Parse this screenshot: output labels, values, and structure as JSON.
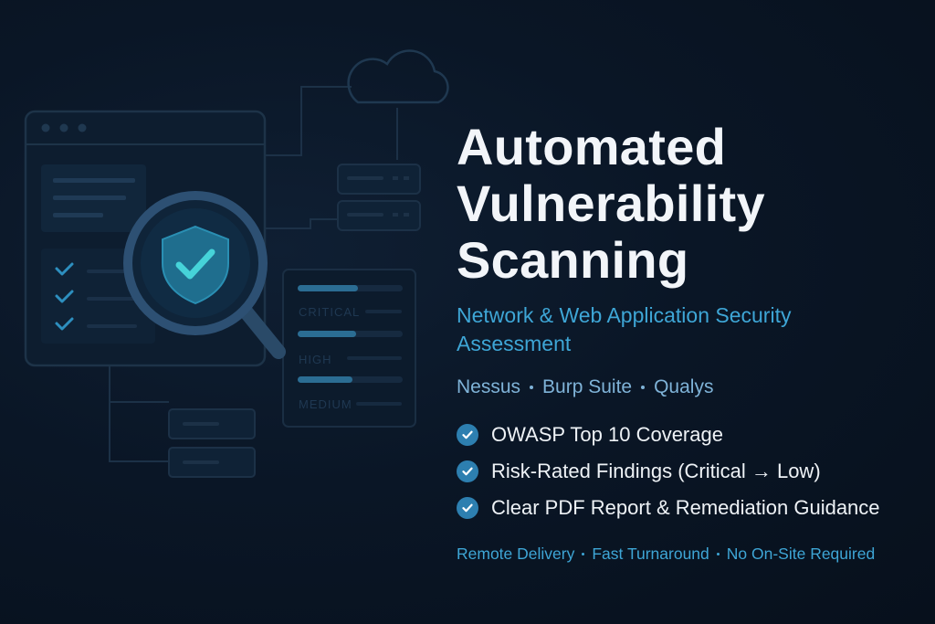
{
  "title_lines": [
    "Automated",
    "Vulnerability",
    "Scanning"
  ],
  "subtitle_lines": [
    "Network & Web Application Security",
    "Assessment"
  ],
  "tools": [
    "Nessus",
    "Burp Suite",
    "Qualys"
  ],
  "features": [
    "OWASP Top 10 Coverage",
    "Risk-Rated Findings (Critical → Low)",
    "Clear PDF Report & Remediation Guidance"
  ],
  "footer": [
    "Remote Delivery",
    "Fast Turnaround",
    "No On-Site Required"
  ],
  "illustration": {
    "severity_labels": [
      "CRITICAL",
      "HIGH",
      "MEDIUM"
    ],
    "icons": [
      "browser-window-icon",
      "magnifier-icon",
      "shield-check-icon",
      "cloud-icon",
      "server-icon"
    ]
  },
  "colors": {
    "background": "#0a1626",
    "accent": "#3ea6d6",
    "check_badge": "#2d7fb0",
    "title": "#f2f5f9"
  }
}
